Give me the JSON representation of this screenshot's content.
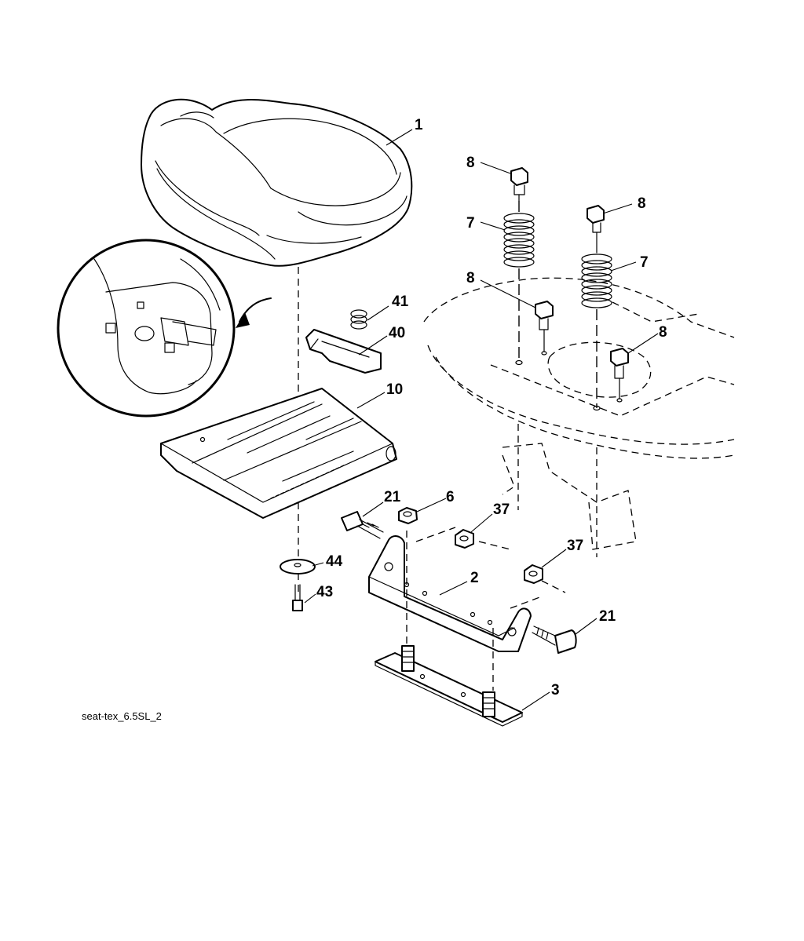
{
  "diagram": {
    "caption": "seat-tex_6.5SL_2",
    "callouts": [
      "1",
      "8",
      "7",
      "8",
      "7",
      "8",
      "8",
      "41",
      "40",
      "10",
      "21",
      "6",
      "37",
      "37",
      "44",
      "43",
      "2",
      "21",
      "3"
    ]
  }
}
